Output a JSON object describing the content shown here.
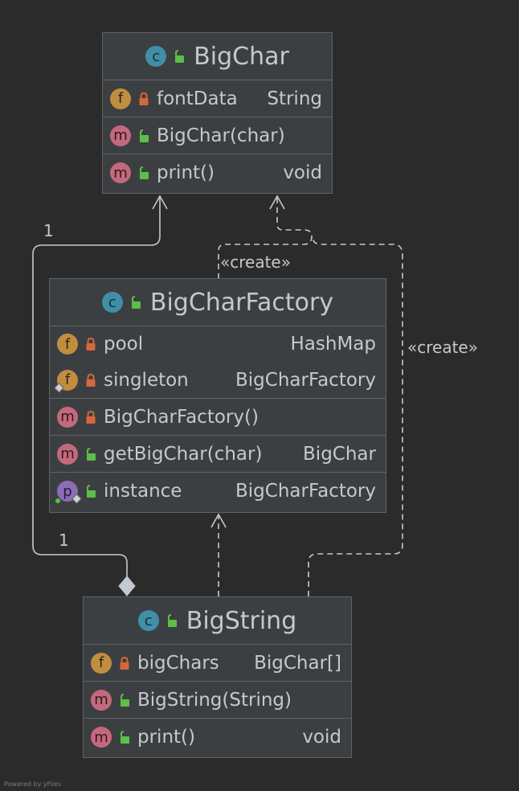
{
  "diagram": {
    "classes": [
      {
        "id": "BigChar",
        "title": "BigChar",
        "members": [
          {
            "kind": "f",
            "access": "private",
            "name": "fontData",
            "type": "String"
          },
          {
            "kind": "m",
            "access": "public",
            "name": "BigChar(char)",
            "type": ""
          },
          {
            "kind": "m",
            "access": "public",
            "name": "print()",
            "type": "void"
          }
        ]
      },
      {
        "id": "BigCharFactory",
        "title": "BigCharFactory",
        "members": [
          {
            "kind": "f",
            "access": "private",
            "name": "pool",
            "type": "HashMap"
          },
          {
            "kind": "f",
            "access": "private",
            "name": "singleton",
            "type": "BigCharFactory",
            "static": true
          },
          {
            "kind": "m",
            "access": "private",
            "name": "BigCharFactory()",
            "type": ""
          },
          {
            "kind": "m",
            "access": "public",
            "name": "getBigChar(char)",
            "type": "BigChar"
          },
          {
            "kind": "p",
            "access": "public",
            "name": "instance",
            "type": "BigCharFactory",
            "static": true
          }
        ]
      },
      {
        "id": "BigString",
        "title": "BigString",
        "members": [
          {
            "kind": "f",
            "access": "private",
            "name": "bigChars",
            "type": "BigChar[]"
          },
          {
            "kind": "m",
            "access": "public",
            "name": "BigString(String)",
            "type": ""
          },
          {
            "kind": "m",
            "access": "public",
            "name": "print()",
            "type": "void"
          }
        ]
      }
    ],
    "edges": [
      {
        "from": "BigString",
        "to": "BigChar",
        "kind": "aggregation",
        "source_multiplicity": "1",
        "target_multiplicity": "1"
      },
      {
        "from": "BigCharFactory",
        "to": "BigChar",
        "kind": "dependency",
        "stereotype": "«create»"
      },
      {
        "from": "BigString",
        "to": "BigChar",
        "kind": "dependency",
        "stereotype": "«create»"
      },
      {
        "from": "BigString",
        "to": "BigCharFactory",
        "kind": "dependency"
      }
    ],
    "footer": "Powered by yFiles"
  },
  "colors": {
    "background": "#2b2b2b",
    "node_fill": "#3c3f41",
    "node_border": "#5f6366",
    "text": "#c4c9cf",
    "class_badge": "#3f8fa8",
    "field_badge": "#c18e3f",
    "method_badge": "#c4697d",
    "property_badge": "#8b6cb6",
    "lock_private": "#d4683c",
    "lock_public": "#5bbf4a"
  },
  "icons": {
    "class": "class-icon",
    "field": "field-icon",
    "method": "method-icon",
    "property": "property-icon",
    "private": "lock-closed-icon",
    "public": "lock-open-icon"
  }
}
